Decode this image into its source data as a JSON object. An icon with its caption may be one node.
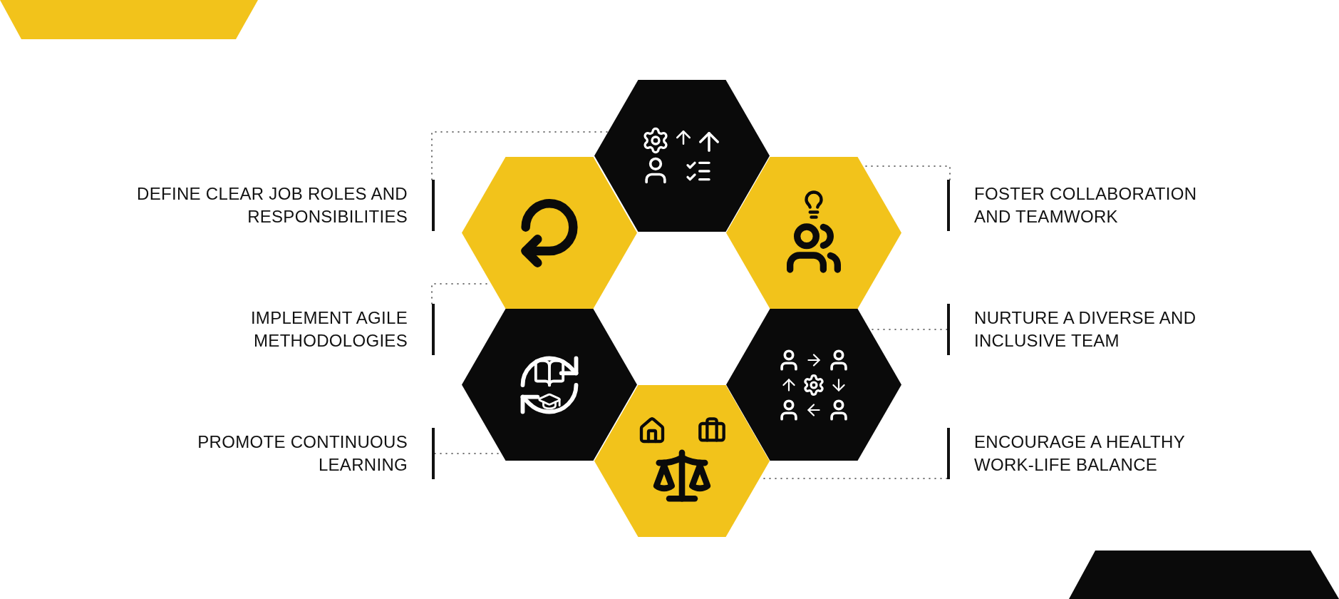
{
  "diagram": {
    "nodes": [
      {
        "text": [],
        "shape": "hexagon"
      },
      {
        "text": [],
        "shape": "hexagon"
      },
      {
        "text": [],
        "shape": "hexagon"
      },
      {
        "text": [],
        "shape": "hexagon"
      },
      {
        "text": [],
        "shape": "hexagon"
      },
      {
        "text": [],
        "shape": "hexagon"
      },
      {
        "text": [
          "DEFINE CLEAR JOB ROLES AND RESPONSIBILITIES"
        ]
      },
      {
        "text": [
          "IMPLEMENT AGILE METHODOLOGIES"
        ]
      },
      {
        "text": [
          "PROMOTE CONTINUOUS LEARNING"
        ]
      },
      {
        "text": [
          "FOSTER COLLABORATION AND TEAMWORK"
        ]
      },
      {
        "text": [
          "NURTURE A DIVERSE AND INCLUSIVE TEAM"
        ]
      },
      {
        "text": [
          "ENCOURAGE A HEALTHY WORK-LIFE BALANCE"
        ]
      }
    ],
    "edges": [
      {
        "from": 6,
        "to": 0,
        "arrow": "none",
        "style": "dashed"
      },
      {
        "from": 7,
        "to": 1,
        "arrow": "none",
        "style": "dashed"
      },
      {
        "from": 8,
        "to": 3,
        "arrow": "none",
        "style": "dashed"
      },
      {
        "from": 9,
        "to": 2,
        "arrow": "none",
        "style": "dashed"
      },
      {
        "from": 10,
        "to": 4,
        "arrow": "none",
        "style": "dashed"
      },
      {
        "from": 11,
        "to": 5,
        "arrow": "none",
        "style": "dashed"
      }
    ]
  }
}
